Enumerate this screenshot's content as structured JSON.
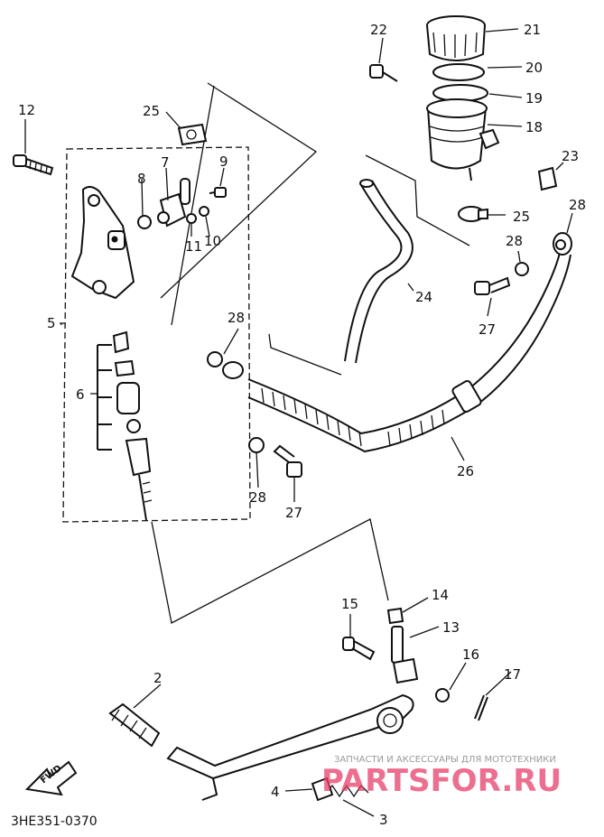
{
  "diagram_code": "3HE351-0370",
  "direction_label": "FWD",
  "watermark": {
    "tagline": "ЗАПЧАСТИ И АКСЕССУАРЫ ДЛЯ МОТОТЕХНИКИ",
    "brand": "PARTSFOR.RU",
    "color": "#e8406a"
  },
  "callouts": {
    "c2": "2",
    "c3": "3",
    "c4": "4",
    "c5": "5",
    "c6": "6",
    "c7": "7",
    "c8": "8",
    "c9": "9",
    "c10": "10",
    "c11": "11",
    "c12": "12",
    "c13": "13",
    "c14": "14",
    "c15": "15",
    "c16": "16",
    "c17": "17",
    "c18": "18",
    "c19": "19",
    "c20": "20",
    "c21": "21",
    "c22": "22",
    "c23": "23",
    "c24": "24",
    "c25a": "25",
    "c25b": "25",
    "c26": "26",
    "c27a": "27",
    "c27b": "27",
    "c28a": "28",
    "c28b": "28",
    "c28c": "28",
    "c28d": "28"
  }
}
